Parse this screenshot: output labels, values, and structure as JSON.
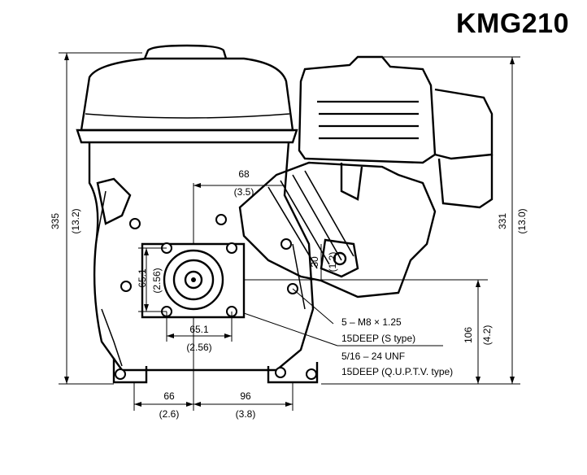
{
  "header": {
    "model": "KMG210"
  },
  "dimensions": {
    "overall_height": {
      "mm": "335",
      "inch": "(13.2)"
    },
    "right_height": {
      "mm": "331",
      "inch": "(13.0)"
    },
    "pto_height": {
      "mm": "106",
      "inch": "(4.2)"
    },
    "shaft_to_head": {
      "mm": "68",
      "inch": "(3.5)"
    },
    "shaft_offset": {
      "mm": "30",
      "inch": "(1.2)"
    },
    "bolt_pattern_vertical": {
      "mm": "65.1",
      "inch": "(2.56)"
    },
    "bolt_pattern_horizontal": {
      "mm": "65.1",
      "inch": "(2.56)"
    },
    "base_left": {
      "mm": "66",
      "inch": "(2.6)"
    },
    "base_right": {
      "mm": "96",
      "inch": "(3.8)"
    }
  },
  "notes": {
    "line1": "5 – M8 × 1.25",
    "line2": "15DEEP (S type)",
    "line3": "5/16 – 24 UNF",
    "line4": "15DEEP (Q.U.P.T.V. type)"
  }
}
